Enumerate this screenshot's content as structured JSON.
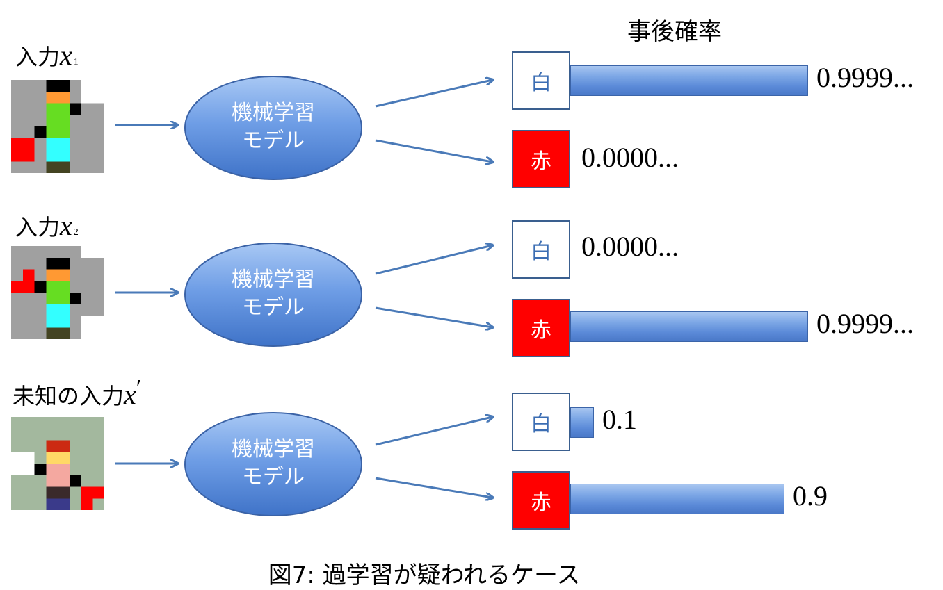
{
  "header": "事後確率",
  "caption": "図7: 過学習が疑われるケース",
  "model_label_1": "機械学習",
  "model_label_2": "モデル",
  "rows": [
    {
      "label_prefix": "入力",
      "var": "x",
      "sub": "1",
      "prime": "",
      "white": {
        "label": "白",
        "text": "0.9999...",
        "value": 0.9999
      },
      "red": {
        "label": "赤",
        "text": "0.0000...",
        "value": 0.0
      }
    },
    {
      "label_prefix": "入力",
      "var": "x",
      "sub": "2",
      "prime": "",
      "white": {
        "label": "白",
        "text": "0.0000...",
        "value": 0.0
      },
      "red": {
        "label": "赤",
        "text": "0.9999...",
        "value": 0.9999
      }
    },
    {
      "label_prefix": "未知の入力",
      "var": "x",
      "sub": "",
      "prime": "′",
      "white": {
        "label": "白",
        "text": "0.1",
        "value": 0.1
      },
      "red": {
        "label": "赤",
        "text": "0.9",
        "value": 0.9
      }
    }
  ],
  "colors": {
    "arrow": "#4a7ab8",
    "bar": "#5b8ad8",
    "red_class": "#ff0000",
    "white_text": "#3b6db3"
  }
}
